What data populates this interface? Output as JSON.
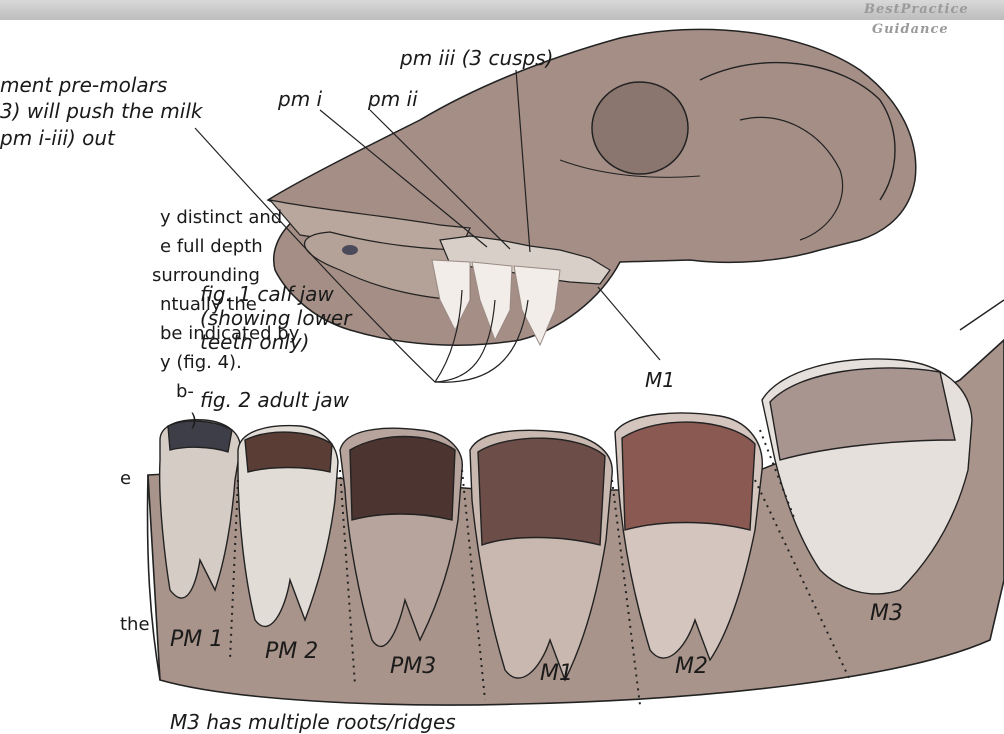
{
  "logo": {
    "line1": "BestPractice",
    "line2": "Guidance"
  },
  "colors": {
    "bone": "#a48e86",
    "jaw": "#a8948a",
    "tooth_light": "#f2ede9",
    "tooth_dark": "#6d4d48",
    "stroke": "#222222"
  },
  "labels": {
    "intro_line1": "ment pre-molars",
    "intro_line2": "3) will push the milk",
    "intro_line3": "pm i-iii) out",
    "pm_i": "pm i",
    "pm_ii": "pm ii",
    "pm_iii": "pm iii (3 cusps)",
    "m1_upper": "M1",
    "fig1": "fig. 1 calf jaw\n(showing lower\nteeth only)",
    "fig2": "fig. 2 adult jaw",
    "bottom_caption": "M3 has multiple roots/ridges"
  },
  "body_text": [
    "y distinct and",
    "e full depth",
    "surrounding",
    "ntually the",
    "be indicated by",
    "y (fig. 4).",
    "b-",
    ")",
    "",
    "e",
    "",
    "the"
  ],
  "teeth_labels": [
    "PM 1",
    "PM 2",
    "PM3",
    "M1",
    "M2",
    "M3"
  ]
}
